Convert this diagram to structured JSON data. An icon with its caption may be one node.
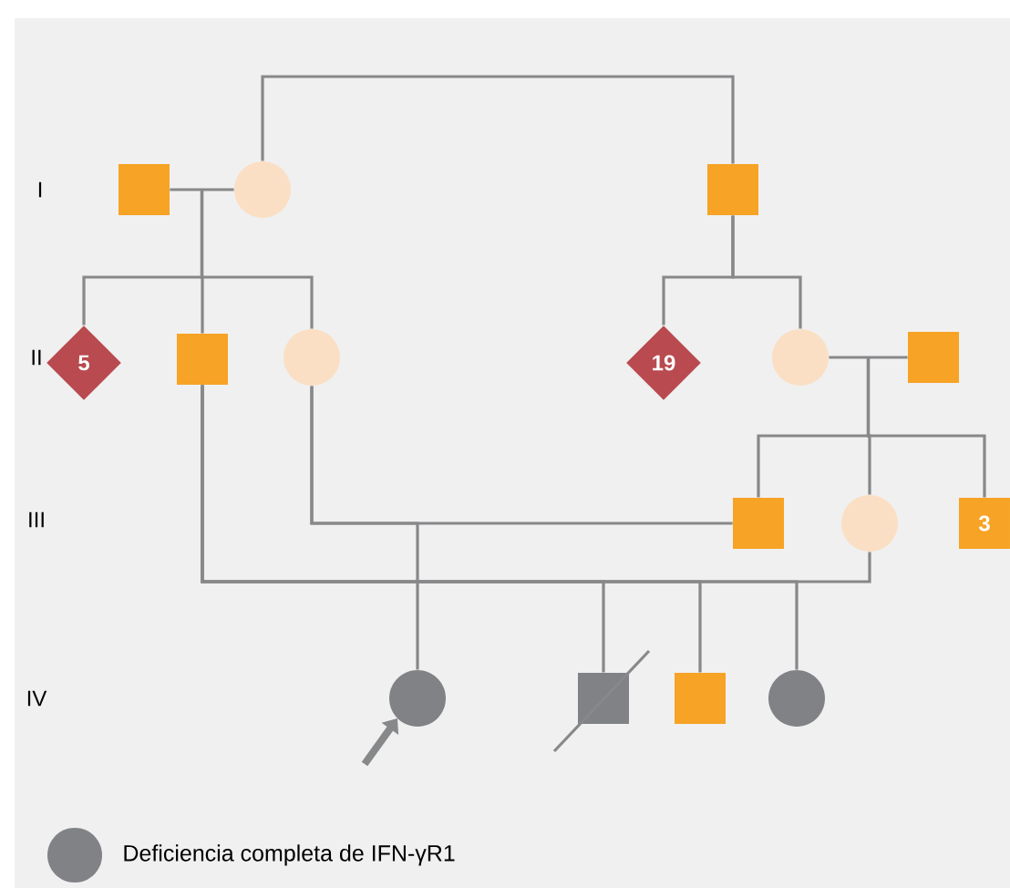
{
  "diagram": {
    "nodes": [
      {
        "text": [],
        "shape": "box"
      },
      {
        "text": [],
        "shape": "circle"
      },
      {
        "text": [],
        "shape": "box"
      },
      {
        "text": [
          "5"
        ]
      },
      {
        "text": [],
        "shape": "box"
      },
      {
        "text": [],
        "shape": "circle"
      },
      {
        "text": [
          "19"
        ]
      },
      {
        "text": [],
        "shape": "circle"
      },
      {
        "text": [],
        "shape": "box"
      },
      {
        "text": [],
        "shape": "box"
      },
      {
        "text": [],
        "shape": "circle"
      },
      {
        "text": [
          "3"
        ]
      },
      {
        "text": [],
        "shape": "circle"
      },
      {
        "text": [],
        "shape": "box"
      },
      {
        "text": [],
        "shape": "box"
      },
      {
        "text": [],
        "shape": "circle"
      }
    ],
    "edges": [
      {
        "from": 0,
        "to": 1,
        "arrow": "none"
      },
      {
        "from": 1,
        "to": 2,
        "arrow": "none"
      },
      {
        "from": 0,
        "to": 3,
        "arrow": "none"
      },
      {
        "from": 0,
        "to": 4,
        "arrow": "none"
      },
      {
        "from": 0,
        "to": 5,
        "arrow": "none"
      },
      {
        "from": 2,
        "to": 6,
        "arrow": "none"
      },
      {
        "from": 2,
        "to": 7,
        "arrow": "none"
      },
      {
        "from": 7,
        "to": 8,
        "arrow": "none"
      },
      {
        "from": 7,
        "to": 9,
        "arrow": "none"
      },
      {
        "from": 7,
        "to": 10,
        "arrow": "none"
      },
      {
        "from": 7,
        "to": 11,
        "arrow": "none"
      },
      {
        "from": 5,
        "to": 9,
        "arrow": "none"
      },
      {
        "from": 4,
        "to": 10,
        "arrow": "none"
      },
      {
        "from": 5,
        "to": 12,
        "arrow": "none"
      },
      {
        "from": 4,
        "to": 13,
        "arrow": "none"
      },
      {
        "from": 4,
        "to": 14,
        "arrow": "none"
      },
      {
        "from": 4,
        "to": 15,
        "arrow": "none"
      },
      {
        "from": null,
        "to": 12,
        "arrow": "to",
        "style": "thick"
      }
    ],
    "labels": [
      "I",
      "II",
      "III",
      "IV"
    ],
    "legend": [
      {
        "text": "Deficiencia completa de IFN-γR1",
        "color": "#808285"
      }
    ]
  }
}
